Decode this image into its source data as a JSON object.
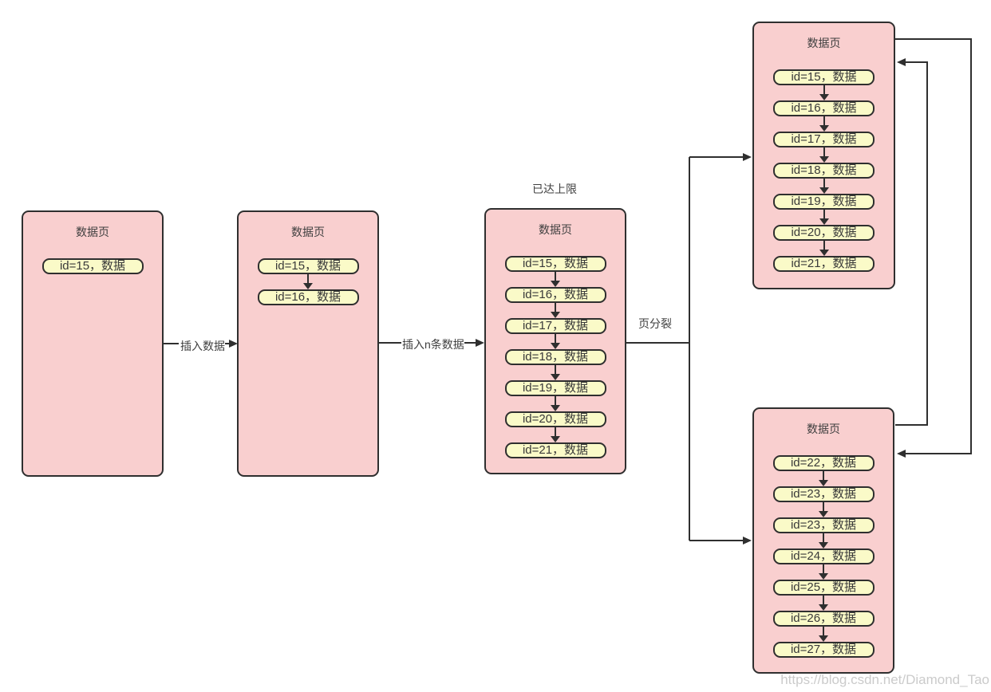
{
  "colors": {
    "page_fill": "#f9cfcf",
    "row_fill": "#fafac8",
    "stroke": "#2f2f2f",
    "label_text": "#3f3f3f",
    "watermark_text": "#cbcbcb"
  },
  "labels": {
    "insert_data": "插入数据",
    "insert_n_rows": "插入n条数据",
    "page_split": "页分裂",
    "reached_limit": "已达上限"
  },
  "watermark": "https://blog.csdn.net/Diamond_Tao",
  "pages": [
    {
      "title": "数据页",
      "rows": [
        "id=15，数据"
      ]
    },
    {
      "title": "数据页",
      "rows": [
        "id=15，数据",
        "id=16，数据"
      ]
    },
    {
      "title": "数据页",
      "rows": [
        "id=15，数据",
        "id=16，数据",
        "id=17，数据",
        "id=18，数据",
        "id=19，数据",
        "id=20，数据",
        "id=21，数据"
      ]
    },
    {
      "title": "数据页",
      "rows": [
        "id=15，数据",
        "id=16，数据",
        "id=17，数据",
        "id=18，数据",
        "id=19，数据",
        "id=20，数据",
        "id=21，数据"
      ]
    },
    {
      "title": "数据页",
      "rows": [
        "id=22，数据",
        "id=23，数据",
        "id=23，数据",
        "id=24，数据",
        "id=25，数据",
        "id=26，数据",
        "id=27，数据"
      ]
    }
  ]
}
